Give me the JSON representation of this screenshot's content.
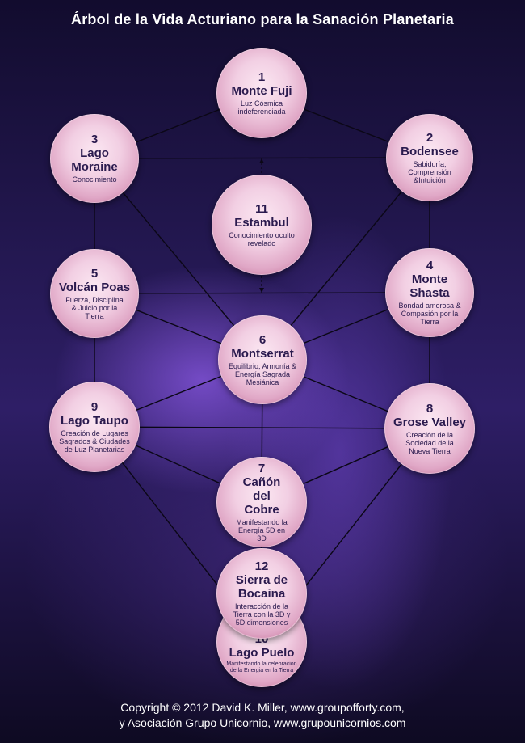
{
  "title": "Árbol de la Vida Acturiano para la Sanación Planetaria",
  "nodes": [
    {
      "id": "1",
      "number": "1",
      "name": "Monte Fuji",
      "description": "Luz Cósmica indeferenciada"
    },
    {
      "id": "2",
      "number": "2",
      "name": "Bodensee",
      "description": "Sabiduría, Comprensión &Intuición"
    },
    {
      "id": "3",
      "number": "3",
      "name": "Lago Moraine",
      "description": "Conocimiento"
    },
    {
      "id": "11",
      "number": "11",
      "name": "Estambul",
      "description": "Conocimiento oculto revelado"
    },
    {
      "id": "4",
      "number": "4",
      "name": "Monte Shasta",
      "description": "Bondad amorosa & Compasión por la Tierra"
    },
    {
      "id": "5",
      "number": "5",
      "name": "Volcán Poas",
      "description": "Fuerza, Disciplina & Juicio por la Tierra"
    },
    {
      "id": "6",
      "number": "6",
      "name": "Montserrat",
      "description": "Equilibrio, Armonía & Energía Sagrada Mesiánica"
    },
    {
      "id": "9",
      "number": "9",
      "name": "Lago Taupo",
      "description": "Creación de Lugares Sagrados & Ciudades de Luz Planetarias"
    },
    {
      "id": "8",
      "number": "8",
      "name": "Grose Valley",
      "description": "Creación de la Sociedad de la Nueva Tierra"
    },
    {
      "id": "7",
      "number": "7",
      "name": "Cañón del Cobre",
      "description": "Manifestando la Energía 5D en 3D"
    },
    {
      "id": "10",
      "number": "10",
      "name": "Lago Puelo",
      "description": "Manifestando la celebracion de la Energia en la Tierra"
    },
    {
      "id": "12",
      "number": "12",
      "name": "Sierra de Bocaina",
      "description": "Interacción de la Tierra con la 3D y 5D dimensiones"
    }
  ],
  "connections": [
    [
      "1",
      "2"
    ],
    [
      "1",
      "3"
    ],
    [
      "2",
      "3"
    ],
    [
      "2",
      "4"
    ],
    [
      "3",
      "5"
    ],
    [
      "4",
      "5"
    ],
    [
      "5",
      "9"
    ],
    [
      "4",
      "8"
    ],
    [
      "8",
      "9"
    ],
    [
      "2",
      "6"
    ],
    [
      "3",
      "6"
    ],
    [
      "4",
      "6"
    ],
    [
      "5",
      "6"
    ],
    [
      "6",
      "9"
    ],
    [
      "6",
      "8"
    ],
    [
      "6",
      "7"
    ],
    [
      "7",
      "9"
    ],
    [
      "7",
      "8"
    ],
    [
      "9",
      "10"
    ],
    [
      "8",
      "10"
    ],
    [
      "7",
      "12"
    ]
  ],
  "copyright": {
    "line1": "Copyright © 2012 David K. Miller, www.groupofforty.com,",
    "line2": "y Asociación Grupo Unicornio, www.grupounicornios.com"
  }
}
